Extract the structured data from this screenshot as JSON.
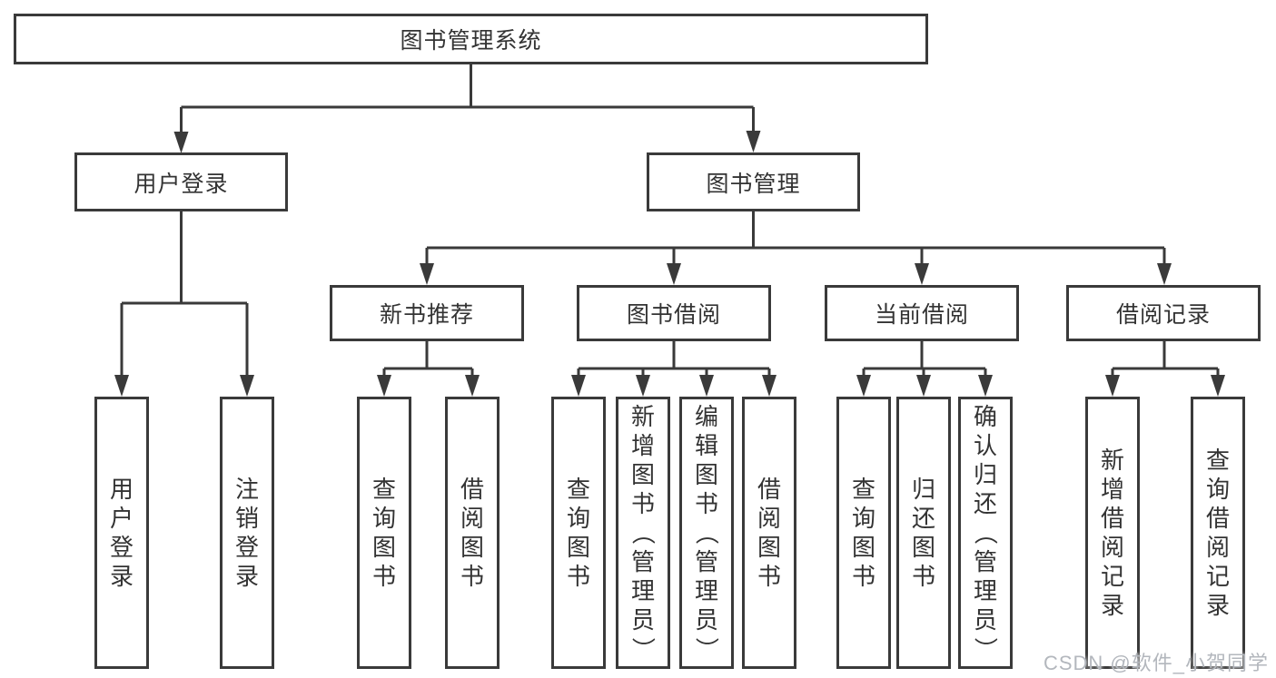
{
  "watermark": "CSDN @软件_小贺同学",
  "colors": {
    "line": "#3a3a3a",
    "text": "#333333",
    "watermark": "#b3b7bd",
    "background": "#ffffff"
  },
  "nodes": {
    "root": "图书管理系统",
    "user_login": "用户登录",
    "book_mgmt": "图书管理",
    "new_books": "新书推荐",
    "book_borrow": "图书借阅",
    "current_borrow": "当前借阅",
    "borrow_records": "借阅记录",
    "ul_login": "用户登录",
    "ul_logout": "注销登录",
    "nb_query": "查询图书",
    "nb_borrow": "借阅图书",
    "bb_query": "查询图书",
    "bb_add": "新增图书（管理员）",
    "bb_edit": "编辑图书（管理员）",
    "bb_borrow": "借阅图书",
    "cb_query": "查询图书",
    "cb_return": "归还图书",
    "cb_confirm": "确认归还（管理员）",
    "br_add": "新增借阅记录",
    "br_query": "查询借阅记录"
  },
  "tree": {
    "label": "图书管理系统",
    "children": [
      {
        "label": "用户登录",
        "children": [
          {
            "label": "用户登录"
          },
          {
            "label": "注销登录"
          }
        ]
      },
      {
        "label": "图书管理",
        "children": [
          {
            "label": "新书推荐",
            "children": [
              {
                "label": "查询图书"
              },
              {
                "label": "借阅图书"
              }
            ]
          },
          {
            "label": "图书借阅",
            "children": [
              {
                "label": "查询图书"
              },
              {
                "label": "新增图书（管理员）"
              },
              {
                "label": "编辑图书（管理员）"
              },
              {
                "label": "借阅图书"
              }
            ]
          },
          {
            "label": "当前借阅",
            "children": [
              {
                "label": "查询图书"
              },
              {
                "label": "归还图书"
              },
              {
                "label": "确认归还（管理员）"
              }
            ]
          },
          {
            "label": "借阅记录",
            "children": [
              {
                "label": "新增借阅记录"
              },
              {
                "label": "查询借阅记录"
              }
            ]
          }
        ]
      }
    ]
  }
}
